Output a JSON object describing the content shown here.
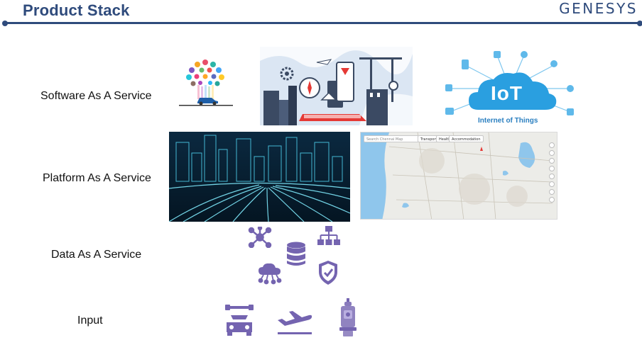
{
  "header": {
    "title": "Product Stack",
    "brand": "GENESYS"
  },
  "layers": [
    {
      "id": "saas",
      "label": "Software As A Service"
    },
    {
      "id": "paas",
      "label": "Platform As A Service"
    },
    {
      "id": "daas",
      "label": "Data As A Service"
    },
    {
      "id": "input",
      "label": "Input"
    }
  ],
  "saas": {
    "iot_logo_text": "IoT",
    "iot_caption": "Internet of Things"
  },
  "paas": {
    "map_search_placeholder": "Search Chennai Map",
    "map_chips": [
      "Transport",
      "Health",
      "Accommodation"
    ]
  },
  "colors": {
    "title": "#2f4b7c",
    "icon_purple": "#7464b0",
    "iot_blue": "#2a9fe0"
  },
  "icons": {
    "daas": [
      "network-hub-icon",
      "database-icon",
      "hierarchy-icon",
      "cloud-network-icon",
      "shield-check-icon"
    ],
    "input": [
      "car-repair-icon",
      "airplane-departure-icon",
      "surveying-instrument-icon"
    ]
  }
}
